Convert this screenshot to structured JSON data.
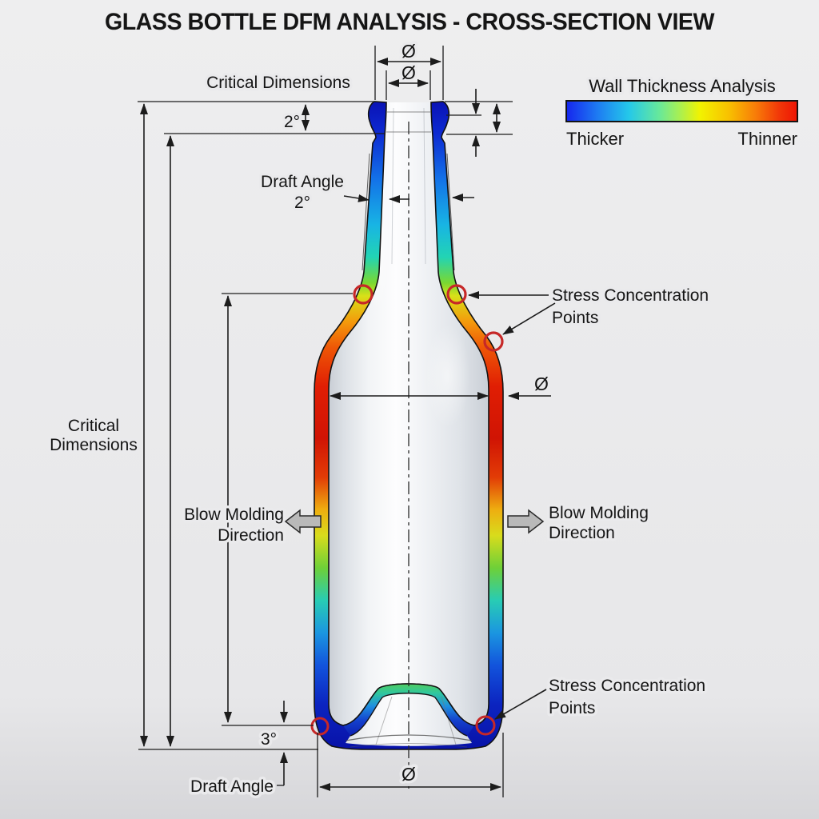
{
  "title": "GLASS BOTTLE DFM ANALYSIS - CROSS-SECTION VIEW",
  "legend": {
    "title": "Wall Thickness Analysis",
    "thicker_label": "Thicker",
    "thinner_label": "Thinner",
    "gradient_colors": [
      "#1626ee",
      "#1e7ef2",
      "#24c8ea",
      "#66e89c",
      "#b0f04a",
      "#f2f200",
      "#f8c200",
      "#f87c08",
      "#f23808",
      "#ee1404"
    ]
  },
  "annotations": {
    "critical_dimensions_top": "Critical Dimensions",
    "critical_dimensions_left": [
      "Critical",
      "Dimensions"
    ],
    "draft_angle_label": "Draft Angle",
    "neck_draft_angle_value": "2°",
    "base_draft_angle_value": "3°",
    "stress_points": [
      "Stress Concentration",
      "Points"
    ],
    "blow_molding": [
      "Blow Molding",
      "Direction"
    ],
    "diameter_symbol": "Ø"
  },
  "colors": {
    "stress_circle": "#c62828",
    "blow_arrow_fill": "#b9b9b9",
    "dimension_line": "#1c1c1c",
    "background": "#e9e9eb",
    "wall_thick_color": "#0c16b0",
    "wall_thin_color": "#d81404"
  }
}
